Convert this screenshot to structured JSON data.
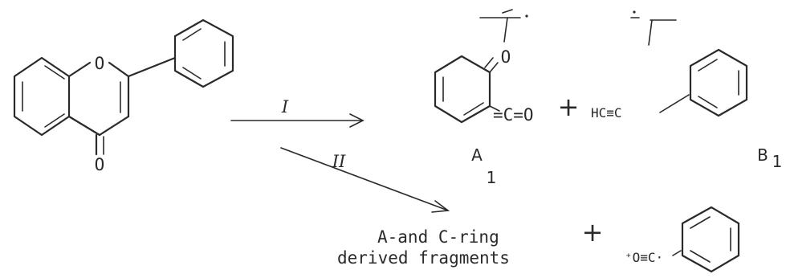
{
  "reactant": {
    "ring_oxygen": "O",
    "carbonyl_oxygen": "O"
  },
  "pathways": {
    "path_1_label": "I",
    "path_2_label": "II"
  },
  "products_path_1": {
    "fragment_a_oxygen": "O",
    "fragment_a_ketene": "=C=O",
    "fragment_a_name": "A",
    "fragment_a_subscript": "1",
    "plus": "+",
    "fragment_b_alkyne": "HC≡C",
    "fragment_b_name": "B",
    "fragment_b_subscript": "1"
  },
  "products_path_2": {
    "fragments_line_1": "A-and C-ring",
    "fragments_line_2": "derived fragments",
    "plus": "+",
    "benzoyl_ion": "⁺O≡C·"
  }
}
